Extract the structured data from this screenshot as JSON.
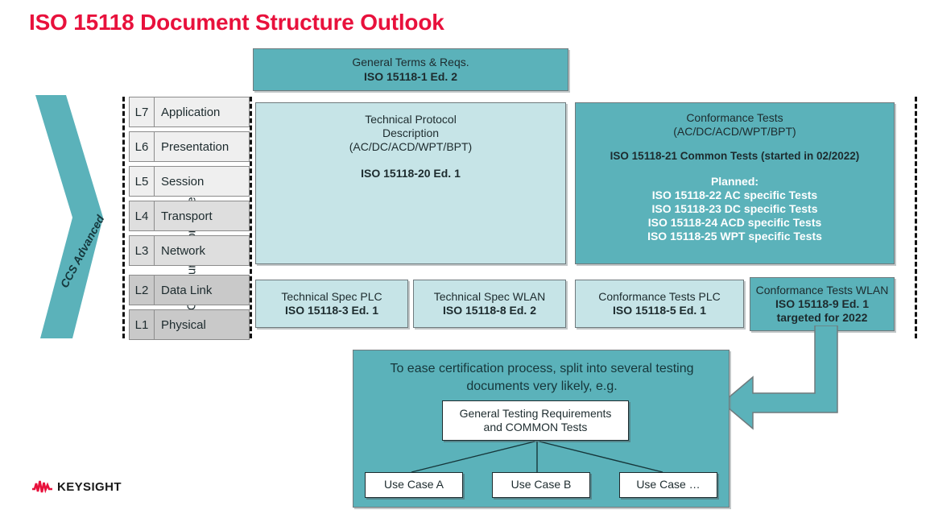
{
  "slide": {
    "title": "ISO 15118 Document Structure Outlook",
    "title_color": "#e8113c"
  },
  "palette": {
    "teal": "#5bb2ba",
    "light_cyan": "#c6e4e7",
    "layer_light": "#efefef",
    "layer_mid": "#dedede",
    "layer_dark": "#c9c9c9",
    "white": "#ffffff",
    "outline": "#6f7a7d"
  },
  "chevron": {
    "label": "CCS Advanced"
  },
  "osi": {
    "axis_label": "OSI Communication Layers",
    "layers": [
      {
        "num": "L7",
        "name": "Application",
        "shade": "sh-light"
      },
      {
        "num": "L6",
        "name": "Presentation",
        "shade": "sh-light"
      },
      {
        "num": "L5",
        "name": "Session",
        "shade": "sh-light"
      },
      {
        "num": "L4",
        "name": "Transport",
        "shade": "sh-mid"
      },
      {
        "num": "L3",
        "name": "Network",
        "shade": "sh-mid"
      },
      {
        "num": "L2",
        "name": "Data Link",
        "shade": "sh-dark"
      },
      {
        "num": "L1",
        "name": "Physical",
        "shade": "sh-dark"
      }
    ]
  },
  "boxes": {
    "general_terms": {
      "line1": "General Terms & Reqs.",
      "line2": "ISO 15118-1 Ed. 2"
    },
    "technical_protocol": {
      "line1": "Technical Protocol",
      "line2": "Description",
      "line3": "(AC/DC/ACD/WPT/BPT)",
      "line4": "ISO 15118-20 Ed. 1"
    },
    "conformance_tests": {
      "line1": "Conformance Tests",
      "line2": "(AC/DC/ACD/WPT/BPT)",
      "line3": "ISO 15118-21 Common Tests (started in 02/2022)",
      "planned_heading": "Planned:",
      "planned": [
        "ISO 15118-22 AC specific Tests",
        "ISO 15118-23 DC specific Tests",
        "ISO 15118-24 ACD specific Tests",
        "ISO 15118-25 WPT specific Tests"
      ]
    },
    "spec_plc": {
      "line1": "Technical Spec PLC",
      "line2": "ISO 15118-3 Ed. 1"
    },
    "spec_wlan": {
      "line1": "Technical Spec WLAN",
      "line2": "ISO 15118-8 Ed. 2"
    },
    "conf_plc": {
      "line1": "Conformance Tests PLC",
      "line2": "ISO 15118-5 Ed. 1"
    },
    "conf_wlan": {
      "line1": "Conformance Tests WLAN",
      "line2": "ISO 15118-9 Ed. 1",
      "line3": "targeted for 2022"
    }
  },
  "bottom": {
    "intro_line1": "To ease certification process, split into several testing",
    "intro_line2": "documents very likely, e.g.",
    "general_tests": {
      "line1": "General Testing Requirements",
      "line2": "and COMMON Tests"
    },
    "use_cases": [
      "Use Case A",
      "Use Case B",
      "Use Case …"
    ]
  },
  "footer": {
    "brand": "KEYSIGHT",
    "brand_mark_color": "#e8113c"
  }
}
